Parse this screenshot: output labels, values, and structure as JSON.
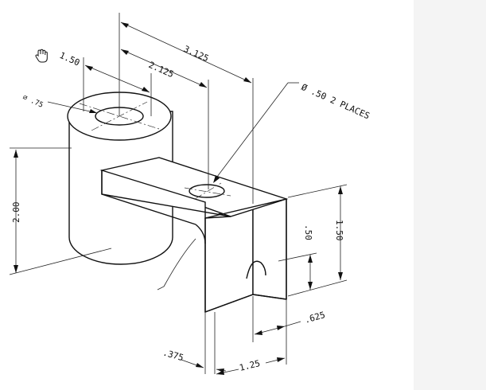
{
  "drawing": {
    "dimensions": {
      "dim_3125": "3.125",
      "dim_2125": "2.125",
      "dim_150_top": "1.50",
      "dim_hole_callout": "Ø .50 2 PLACES",
      "dim_diameter_left": "⌀ .75",
      "dim_200": "2.00",
      "dim_150_right": "1.50",
      "dim_050": ".50",
      "dim_0625": ".625",
      "dim_0375": ".375",
      "dim_125": "1.25"
    },
    "icons": {
      "cursor": "hand-pointer-icon"
    }
  }
}
